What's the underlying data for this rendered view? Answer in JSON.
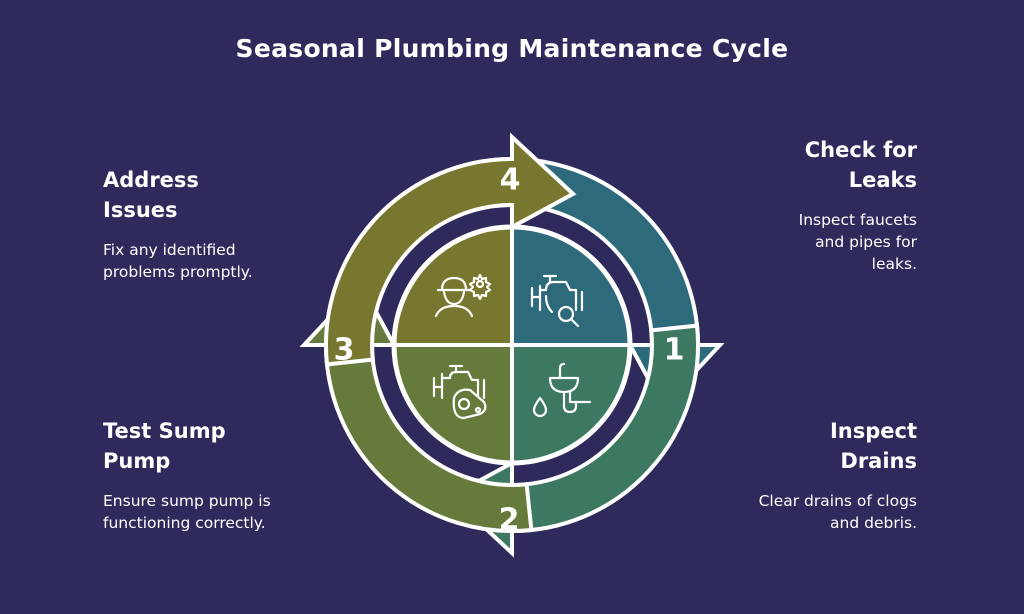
{
  "title": "Seasonal Plumbing Maintenance Cycle",
  "colors": {
    "background": "#2e2a5c",
    "step1": "#2d6a7c",
    "step2": "#3d7860",
    "step3": "#667a3c",
    "step4": "#77772f",
    "outline": "#ffffff"
  },
  "steps": [
    {
      "number": "1",
      "title_line1": "Check for",
      "title_line2": "Leaks",
      "description": "Inspect faucets and pipes for leaks.",
      "icon": "faucet-magnifier-icon"
    },
    {
      "number": "2",
      "title_line1": "Inspect",
      "title_line2": "Drains",
      "description": "Clear drains of clogs and debris.",
      "icon": "sink-drain-icon"
    },
    {
      "number": "3",
      "title_line1": "Test Sump",
      "title_line2": "Pump",
      "description": "Ensure sump pump is functioning correctly.",
      "icon": "sump-pump-icon"
    },
    {
      "number": "4",
      "title_line1": "Address",
      "title_line2": "Issues",
      "description": "Fix any identified problems promptly.",
      "icon": "worker-gear-icon"
    }
  ]
}
